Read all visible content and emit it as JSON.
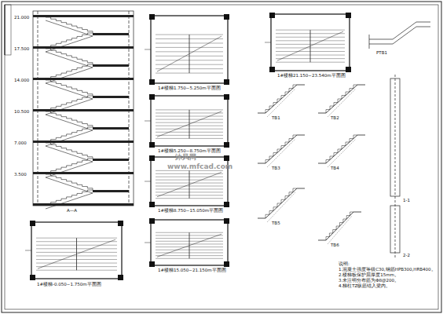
{
  "diagram": {
    "labels": [
      "A—A",
      "1#楼梯-0.050~1.750m平面图",
      "1#楼梯1.750~5.250m平面图",
      "1#楼梯5.250~8.750m平面图",
      "1#楼梯8.750~15.050m平面图",
      "1#楼梯15.050~21.150m平面图",
      "1#楼梯21.150~23.540m平面图",
      "TB1",
      "TB2",
      "TB3",
      "TB4",
      "TB5",
      "TB6",
      "PTB1",
      "1-1",
      "2-2",
      "说明:",
      "1.混凝土强度等级C30,钢筋HPB300,HRB400。",
      "2.楼梯板保护层厚度15mm。",
      "3.未注明分布筋为Φ8@200。",
      "4.梯柱TZ纵筋锚入梁内。",
      "沐风网",
      "www.mfcad.com",
      "3.500",
      "7.000",
      "10.500",
      "14.000",
      "17.500",
      "21.000"
    ]
  }
}
